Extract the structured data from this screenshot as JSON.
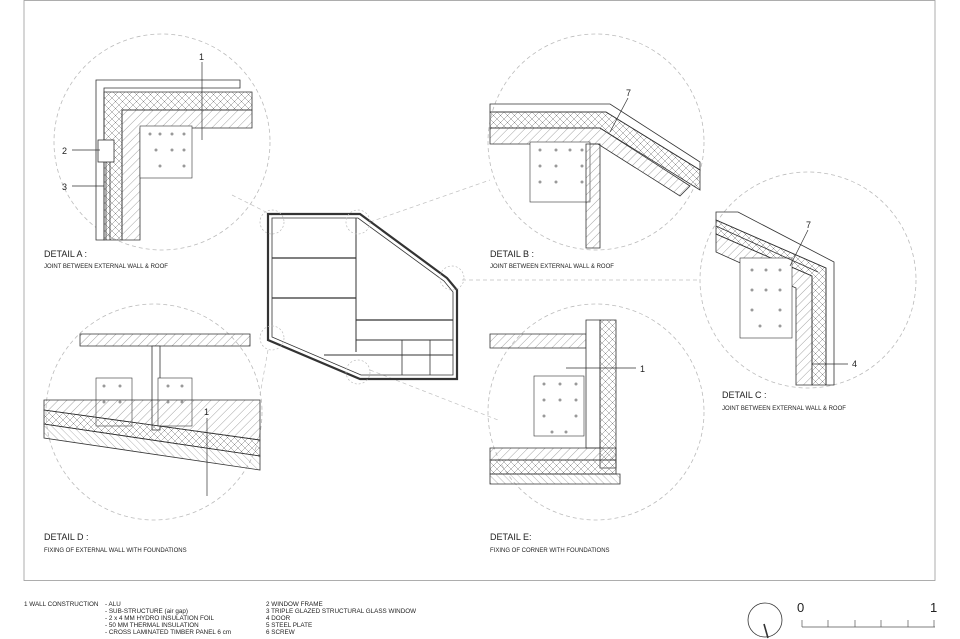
{
  "details": {
    "a": {
      "title": "DETAIL A :",
      "subtitle": "JOINT BETWEEN EXTERNAL WALL & ROOF"
    },
    "b": {
      "title": "DETAIL B :",
      "subtitle": "JOINT BETWEEN EXTERNAL WALL & ROOF"
    },
    "c": {
      "title": "DETAIL C :",
      "subtitle": "JOINT BETWEEN EXTERNAL WALL & ROOF"
    },
    "d": {
      "title": "DETAIL D :",
      "subtitle": "FIXING OF EXTERNAL WALL WITH FOUNDATIONS"
    },
    "e": {
      "title": "DETAIL E:",
      "subtitle": "FIXING OF CORNER WITH FOUNDATIONS"
    }
  },
  "callouts": {
    "a1": "1",
    "a2": "2",
    "a3": "3",
    "b7": "7",
    "c7": "7",
    "c4": "4",
    "d1": "1",
    "e1": "1"
  },
  "legend": {
    "wall_label": "1  WALL CONSTRUCTION",
    "wall_items": [
      "- ALU",
      "- SUB-STRUCTURE (air gap)",
      "- 2 x 4 MM HYDRO INSULATION FOIL",
      "- 50 MM THERMAL INSULATION",
      "- CROSS LAMINATED TIMBER PANEL 6 cm"
    ],
    "items": [
      "2  WINDOW FRAME",
      "3  TRIPLE GLAZED STRUCTURAL GLASS WINDOW",
      "4  DOOR",
      "5  STEEL PLATE",
      "6  SCREW"
    ]
  },
  "scale_bar": {
    "start": "0",
    "end": "1"
  },
  "colors": {
    "line": "#333333",
    "hatch": "#555555",
    "guide": "#bbbbbb"
  }
}
